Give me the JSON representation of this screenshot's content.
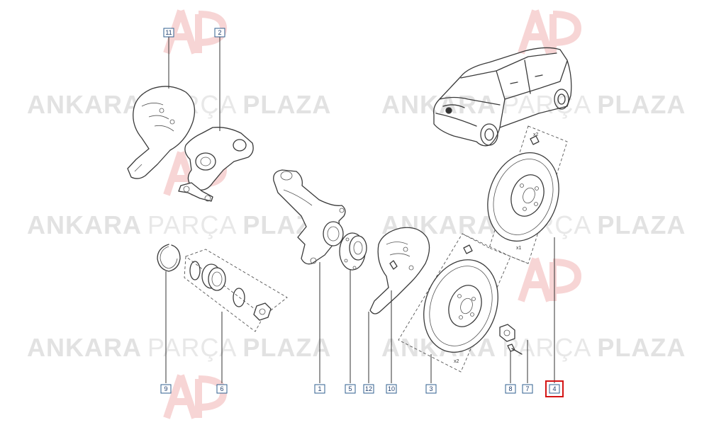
{
  "watermark": {
    "bold_word": "ANKARA",
    "light_word": "PARÇA",
    "bold_word_2": "PLAZA",
    "logo_letters": "AP",
    "accent_color": "#d41414"
  },
  "callouts": [
    {
      "id": "11",
      "label": "11"
    },
    {
      "id": "2",
      "label": "2"
    },
    {
      "id": "9",
      "label": "9"
    },
    {
      "id": "6",
      "label": "6"
    },
    {
      "id": "1",
      "label": "1"
    },
    {
      "id": "5",
      "label": "5"
    },
    {
      "id": "12",
      "label": "12"
    },
    {
      "id": "10",
      "label": "10"
    },
    {
      "id": "3",
      "label": "3"
    },
    {
      "id": "8",
      "label": "8"
    },
    {
      "id": "7",
      "label": "7"
    },
    {
      "id": "4",
      "label": "4",
      "highlighted": true
    }
  ],
  "quantities": {
    "disc_top": "x1",
    "disc_bottom": "x2",
    "bolt_top": "x2"
  },
  "colors": {
    "line": "#3a3a3a",
    "callout_border": "#2f5f8f",
    "highlight": "#d41414"
  }
}
